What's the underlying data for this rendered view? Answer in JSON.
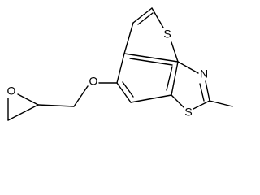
{
  "structure": {
    "atoms": {
      "thiophene_s": "S",
      "ether_o": "O",
      "epoxide_o": "O",
      "thiazole_n": "N",
      "thiazole_s": "S"
    }
  },
  "colors": {
    "bond": "#000000",
    "background": "#ffffff"
  }
}
